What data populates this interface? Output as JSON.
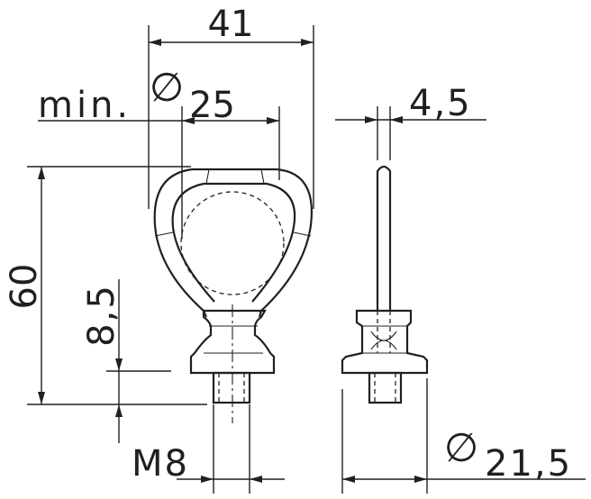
{
  "dimensions": {
    "width": "41",
    "inner_diameter_prefix": "min.",
    "inner_diameter_symbol": "∅",
    "inner_diameter_value": "25",
    "thickness": "4,5",
    "height": "60",
    "thread_length": "8,5",
    "thread": "M8",
    "base_diameter_symbol": "∅",
    "base_diameter_value": "21,5"
  }
}
